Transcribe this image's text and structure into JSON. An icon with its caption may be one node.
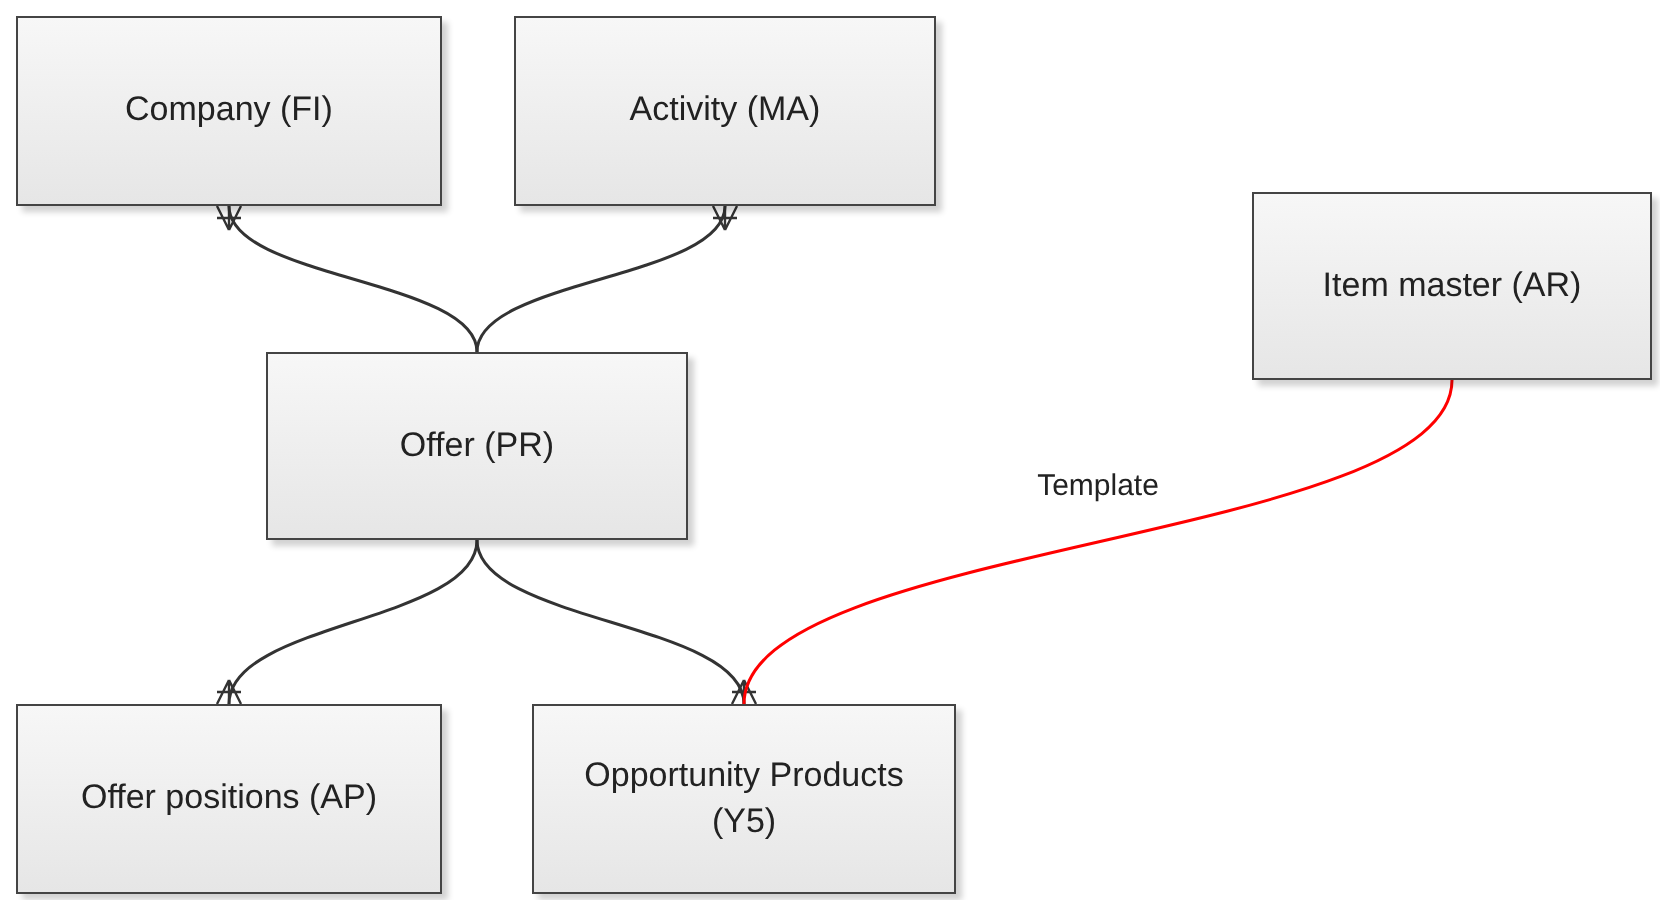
{
  "diagram": {
    "nodes": [
      {
        "text": [
          "Company (FI)"
        ]
      },
      {
        "text": [
          "Activity (MA)"
        ]
      },
      {
        "text": [
          "Offer (PR)"
        ]
      },
      {
        "text": [
          "Item master (AR)"
        ]
      },
      {
        "text": [
          "Offer positions (AP)"
        ]
      },
      {
        "text": [
          "Opportunity Products (Y5)"
        ]
      }
    ],
    "edges": [
      {
        "from": 2,
        "to": 0,
        "arrow": "other"
      },
      {
        "from": 2,
        "to": 1,
        "arrow": "other"
      },
      {
        "from": 2,
        "to": 4,
        "arrow": "other"
      },
      {
        "from": 2,
        "to": 5,
        "arrow": "other"
      },
      {
        "from": 5,
        "to": 3,
        "arrow": "none",
        "label": "Template",
        "color": "#ff0000"
      }
    ]
  }
}
